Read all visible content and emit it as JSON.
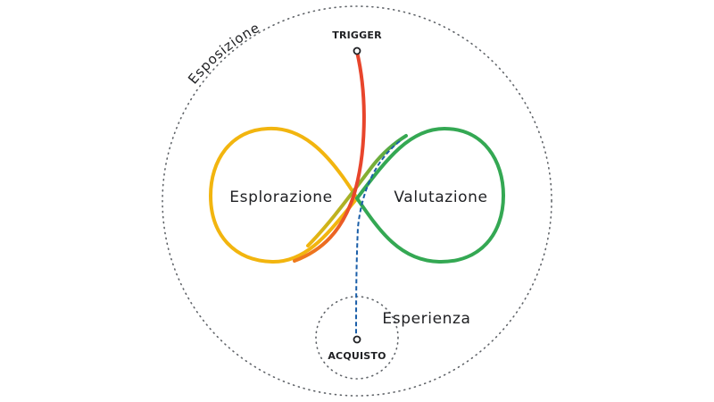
{
  "labels": {
    "exposure": "Esposizione",
    "trigger": "TRIGGER",
    "exploration": "Esplorazione",
    "evaluation": "Valutazione",
    "experience": "Esperienza",
    "purchase": "ACQUISTO"
  },
  "colors": {
    "exploration_loop": "#F2B50F",
    "evaluation_loop": "#34A853",
    "trigger_path": "#E8452C",
    "purchase_path": "#1A5EA8",
    "dotted_border": "#5f6368",
    "text": "#202124"
  }
}
